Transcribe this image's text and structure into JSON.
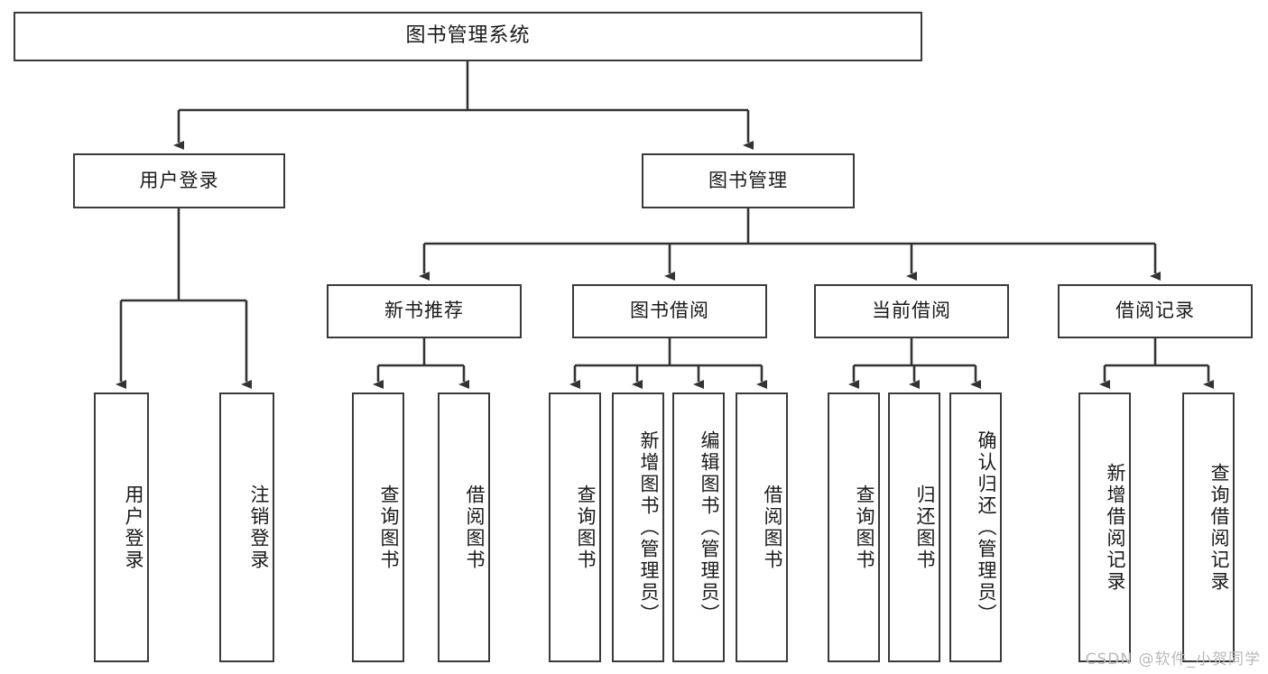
{
  "diagram": {
    "title": "图书管理系统",
    "type": "hierarchy-tree",
    "levels": 4,
    "nodes": {
      "root": {
        "label": "图书管理系统"
      },
      "level2": [
        {
          "id": "user-login",
          "label": "用户登录"
        },
        {
          "id": "book-manage",
          "label": "图书管理"
        }
      ],
      "level3": [
        {
          "id": "new-book-recommend",
          "label": "新书推荐"
        },
        {
          "id": "book-borrow",
          "label": "图书借阅"
        },
        {
          "id": "current-borrow",
          "label": "当前借阅"
        },
        {
          "id": "borrow-record",
          "label": "借阅记录"
        }
      ],
      "leaves": {
        "user_login": [
          {
            "id": "leaf-user-login",
            "label": "用户登录"
          },
          {
            "id": "leaf-logout-login",
            "label": "注销登录"
          }
        ],
        "new_book_recommend": [
          {
            "id": "leaf-query-book-1",
            "label": "查询图书"
          },
          {
            "id": "leaf-borrow-book-1",
            "label": "借阅图书"
          }
        ],
        "book_borrow": [
          {
            "id": "leaf-query-book-2",
            "label": "查询图书"
          },
          {
            "id": "leaf-add-book",
            "label": "新增图书（管理员）"
          },
          {
            "id": "leaf-edit-book",
            "label": "编辑图书（管理员）"
          },
          {
            "id": "leaf-borrow-book-2",
            "label": "借阅图书"
          }
        ],
        "current_borrow": [
          {
            "id": "leaf-query-book-3",
            "label": "查询图书"
          },
          {
            "id": "leaf-return-book",
            "label": "归还图书"
          },
          {
            "id": "leaf-confirm-return",
            "label": "确认归还（管理员）"
          }
        ],
        "borrow_record": [
          {
            "id": "leaf-add-record",
            "label": "新增借阅记录"
          },
          {
            "id": "leaf-query-record",
            "label": "查询借阅记录"
          }
        ]
      }
    },
    "colors": {
      "border": "#3a3a3a",
      "background": "#ffffff",
      "text": "#1a1a1a",
      "connector": "#333333",
      "watermark": "#b9b9b9"
    }
  },
  "watermark": {
    "text": "CSDN @软件_小贺同学"
  }
}
